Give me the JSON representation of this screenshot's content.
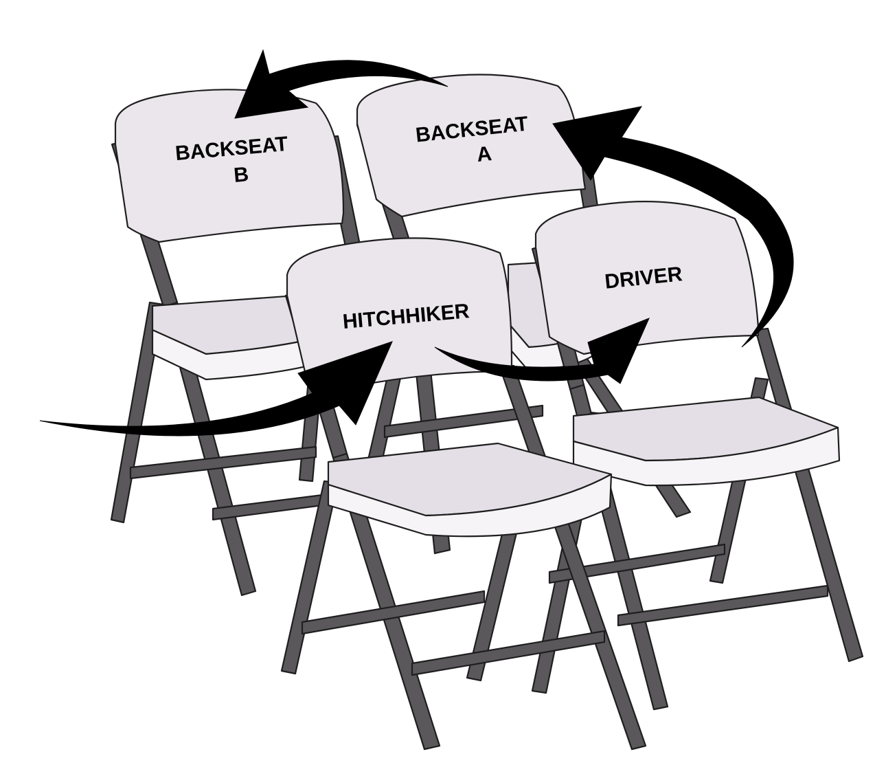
{
  "colors": {
    "frame": "#5b585c",
    "backrest": "#ebe5ec",
    "seat_top": "#e4dfe6",
    "seat_edge": "#f6f4f6",
    "arrow": "#000000"
  },
  "chairs": {
    "backseat_b": {
      "line1": "BACKSEAT",
      "line2": "B"
    },
    "backseat_a": {
      "line1": "BACKSEAT",
      "line2": "A"
    },
    "hitchhiker": {
      "line1": "HITCHHIKER"
    },
    "driver": {
      "line1": "DRIVER"
    }
  },
  "arrows": [
    {
      "name": "enter-to-hitchhiker",
      "from": "outside",
      "to": "hitchhiker"
    },
    {
      "name": "hitchhiker-to-driver",
      "from": "hitchhiker",
      "to": "driver"
    },
    {
      "name": "driver-to-backseat-a",
      "from": "driver",
      "to": "backseat_a"
    },
    {
      "name": "backseat-a-to-backseat-b",
      "from": "backseat_a",
      "to": "backseat_b"
    }
  ]
}
